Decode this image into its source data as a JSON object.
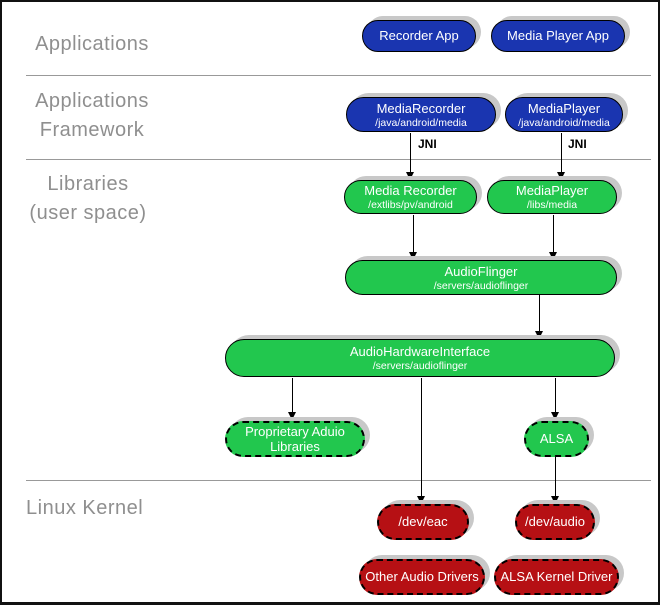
{
  "sections": [
    {
      "id": "applications",
      "label": "Applications"
    },
    {
      "id": "applications-framework",
      "label": "Applications\nFramework"
    },
    {
      "id": "libraries-user-space",
      "label": "Libraries\n(user space)"
    },
    {
      "id": "linux-kernel",
      "label": "Linux Kernel"
    }
  ],
  "nodes": {
    "recorder_app": {
      "title": "Recorder App"
    },
    "media_player_app": {
      "title": "Media Player App"
    },
    "media_recorder_framework": {
      "title": "MediaRecorder",
      "subtitle": "/java/android/media"
    },
    "media_player_framework": {
      "title": "MediaPlayer",
      "subtitle": "/java/android/media"
    },
    "media_recorder_lib": {
      "title": "Media Recorder",
      "subtitle": "/extlibs/pv/android"
    },
    "media_player_lib": {
      "title": "MediaPlayer",
      "subtitle": "/libs/media"
    },
    "audio_flinger": {
      "title": "AudioFlinger",
      "subtitle": "/servers/audioflinger"
    },
    "audio_hardware_interface": {
      "title": "AudioHardwareInterface",
      "subtitle": "/servers/audioflinger"
    },
    "proprietary_audio_libraries": {
      "title": "Proprietary Aduio\nLibraries"
    },
    "alsa": {
      "title": "ALSA"
    },
    "dev_eac": {
      "title": "/dev/eac"
    },
    "dev_audio": {
      "title": "/dev/audio"
    },
    "other_audio_drivers": {
      "title": "Other Audio Drivers"
    },
    "alsa_kernel_driver": {
      "title": "ALSA Kernel Driver"
    }
  },
  "edges": {
    "jni_left": "JNI",
    "jni_right": "JNI"
  },
  "colors": {
    "app_blue": "#1a35b0",
    "lib_green": "#22c74e",
    "kernel_red": "#b61014",
    "shadow_gray": "#c8c8c8",
    "section_label_gray": "#8f8f8f",
    "separator_gray": "#999999"
  }
}
